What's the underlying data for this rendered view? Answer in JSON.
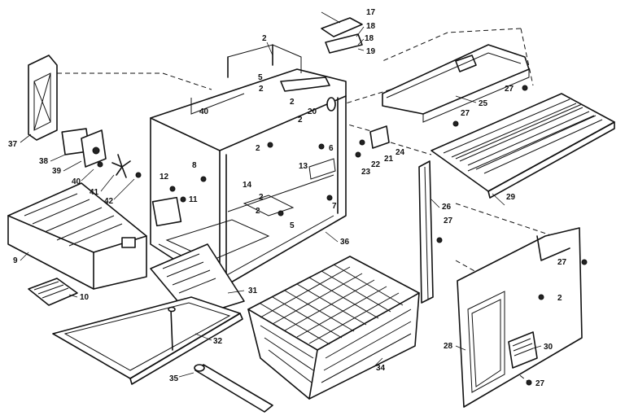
{
  "callouts": {
    "c2": "2",
    "c5": "5",
    "c6": "6",
    "c7": "7",
    "c8": "8",
    "c9": "9",
    "c10": "10",
    "c11": "11",
    "c12": "12",
    "c13": "13",
    "c14": "14",
    "c17": "17",
    "c18": "18",
    "c19": "19",
    "c20": "20",
    "c21": "21",
    "c22": "22",
    "c23": "23",
    "c24": "24",
    "c25": "25",
    "c26": "26",
    "c27": "27",
    "c28": "28",
    "c29": "29",
    "c30": "30",
    "c31": "31",
    "c32": "32",
    "c34": "34",
    "c35": "35",
    "c36": "36",
    "c37": "37",
    "c38": "38",
    "c39": "39",
    "c40": "40",
    "c41": "41",
    "c42": "42"
  }
}
